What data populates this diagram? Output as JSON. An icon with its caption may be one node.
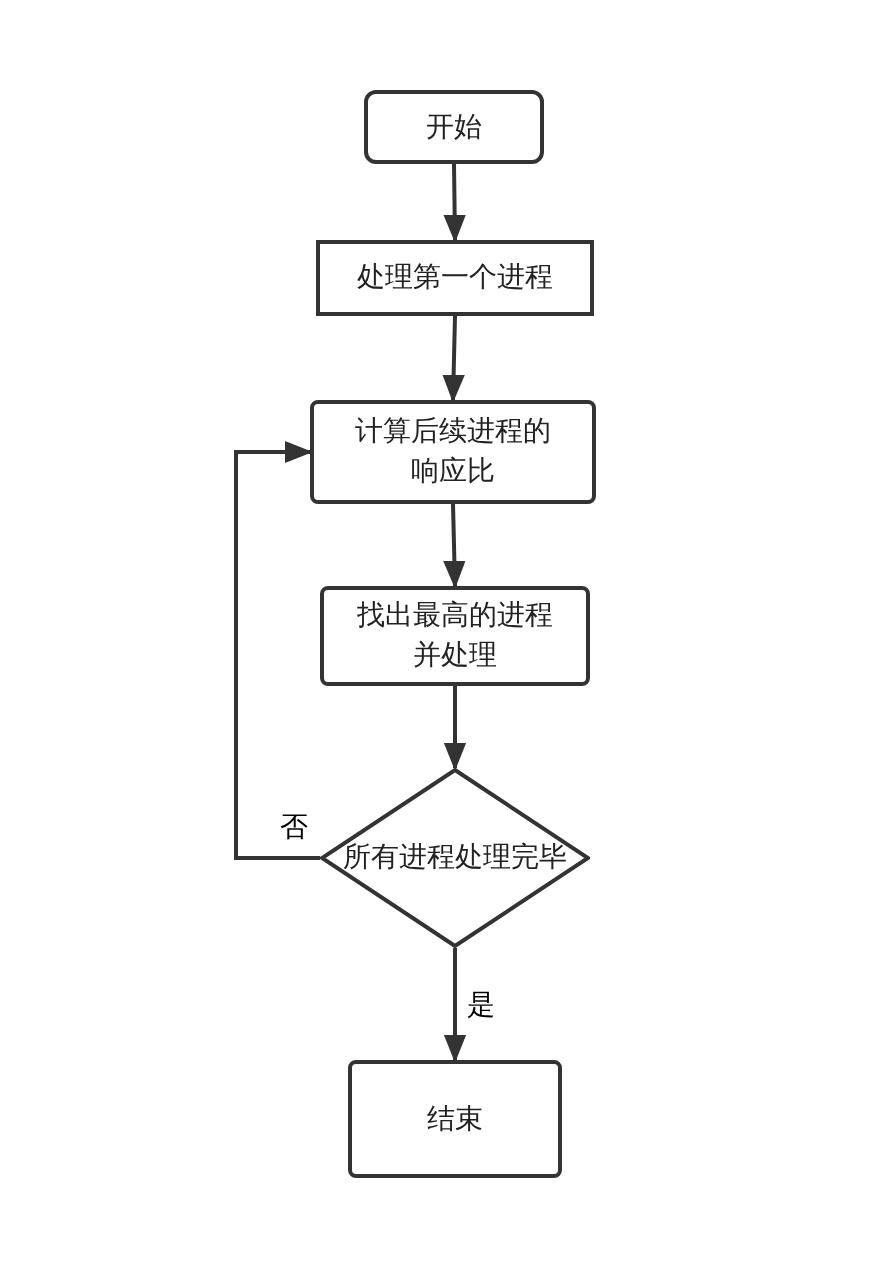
{
  "diagram": {
    "nodes": [
      {
        "text": [
          "开始"
        ]
      },
      {
        "text": [
          "处理第一个进程"
        ]
      },
      {
        "text": [
          "计算后续进程的响应比"
        ]
      },
      {
        "text": [
          "找出最高的进程并处理"
        ]
      },
      {
        "text": [
          "所有进程处理完毕"
        ]
      },
      {
        "text": [
          "结束"
        ]
      }
    ],
    "edges": [
      {
        "from": 0,
        "to": 1,
        "arrow": "to"
      },
      {
        "from": 1,
        "to": 2,
        "arrow": "to"
      },
      {
        "from": 2,
        "to": 3,
        "arrow": "to"
      },
      {
        "from": 3,
        "to": 4,
        "arrow": "to"
      },
      {
        "from": 4,
        "to": 5,
        "arrow": "to",
        "label": "是"
      },
      {
        "from": 4,
        "to": 2,
        "arrow": "to",
        "label": "否"
      }
    ]
  }
}
